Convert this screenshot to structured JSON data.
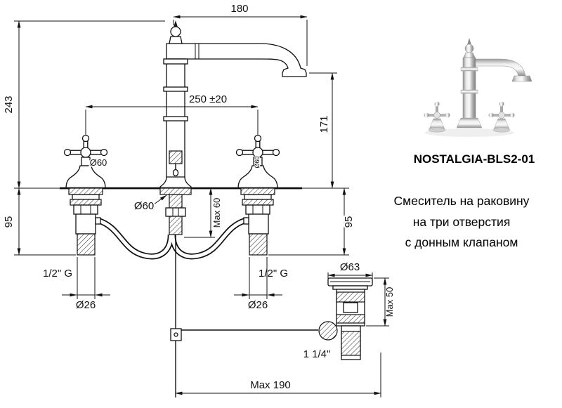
{
  "drawing": {
    "dims": {
      "spout_reach": "180",
      "total_height": "243",
      "hole_spacing": "250 ±20",
      "spout_height": "171",
      "left_handle_dia": "Ø60",
      "right_handle_dia": "Ø60",
      "escutcheon_dia": "Ø60",
      "under_deck_left": "95",
      "under_deck_right": "95",
      "max_deck_thickness": "Max 60",
      "left_thread": "1/2\" G",
      "right_thread": "1/2\" G",
      "left_pipe_dia": "Ø26",
      "right_pipe_dia": "Ø26",
      "drain_flange_dia": "Ø63",
      "drain_max_thickness": "Max 50",
      "drain_thread": "1 1/4\"",
      "rod_max_length": "Max 190"
    }
  },
  "product": {
    "model": "NOSTALGIA-BLS2-01",
    "description": {
      "line1": "Смеситель на раковину",
      "line2": "на три отверстия",
      "line3": "с донным клапаном"
    }
  }
}
